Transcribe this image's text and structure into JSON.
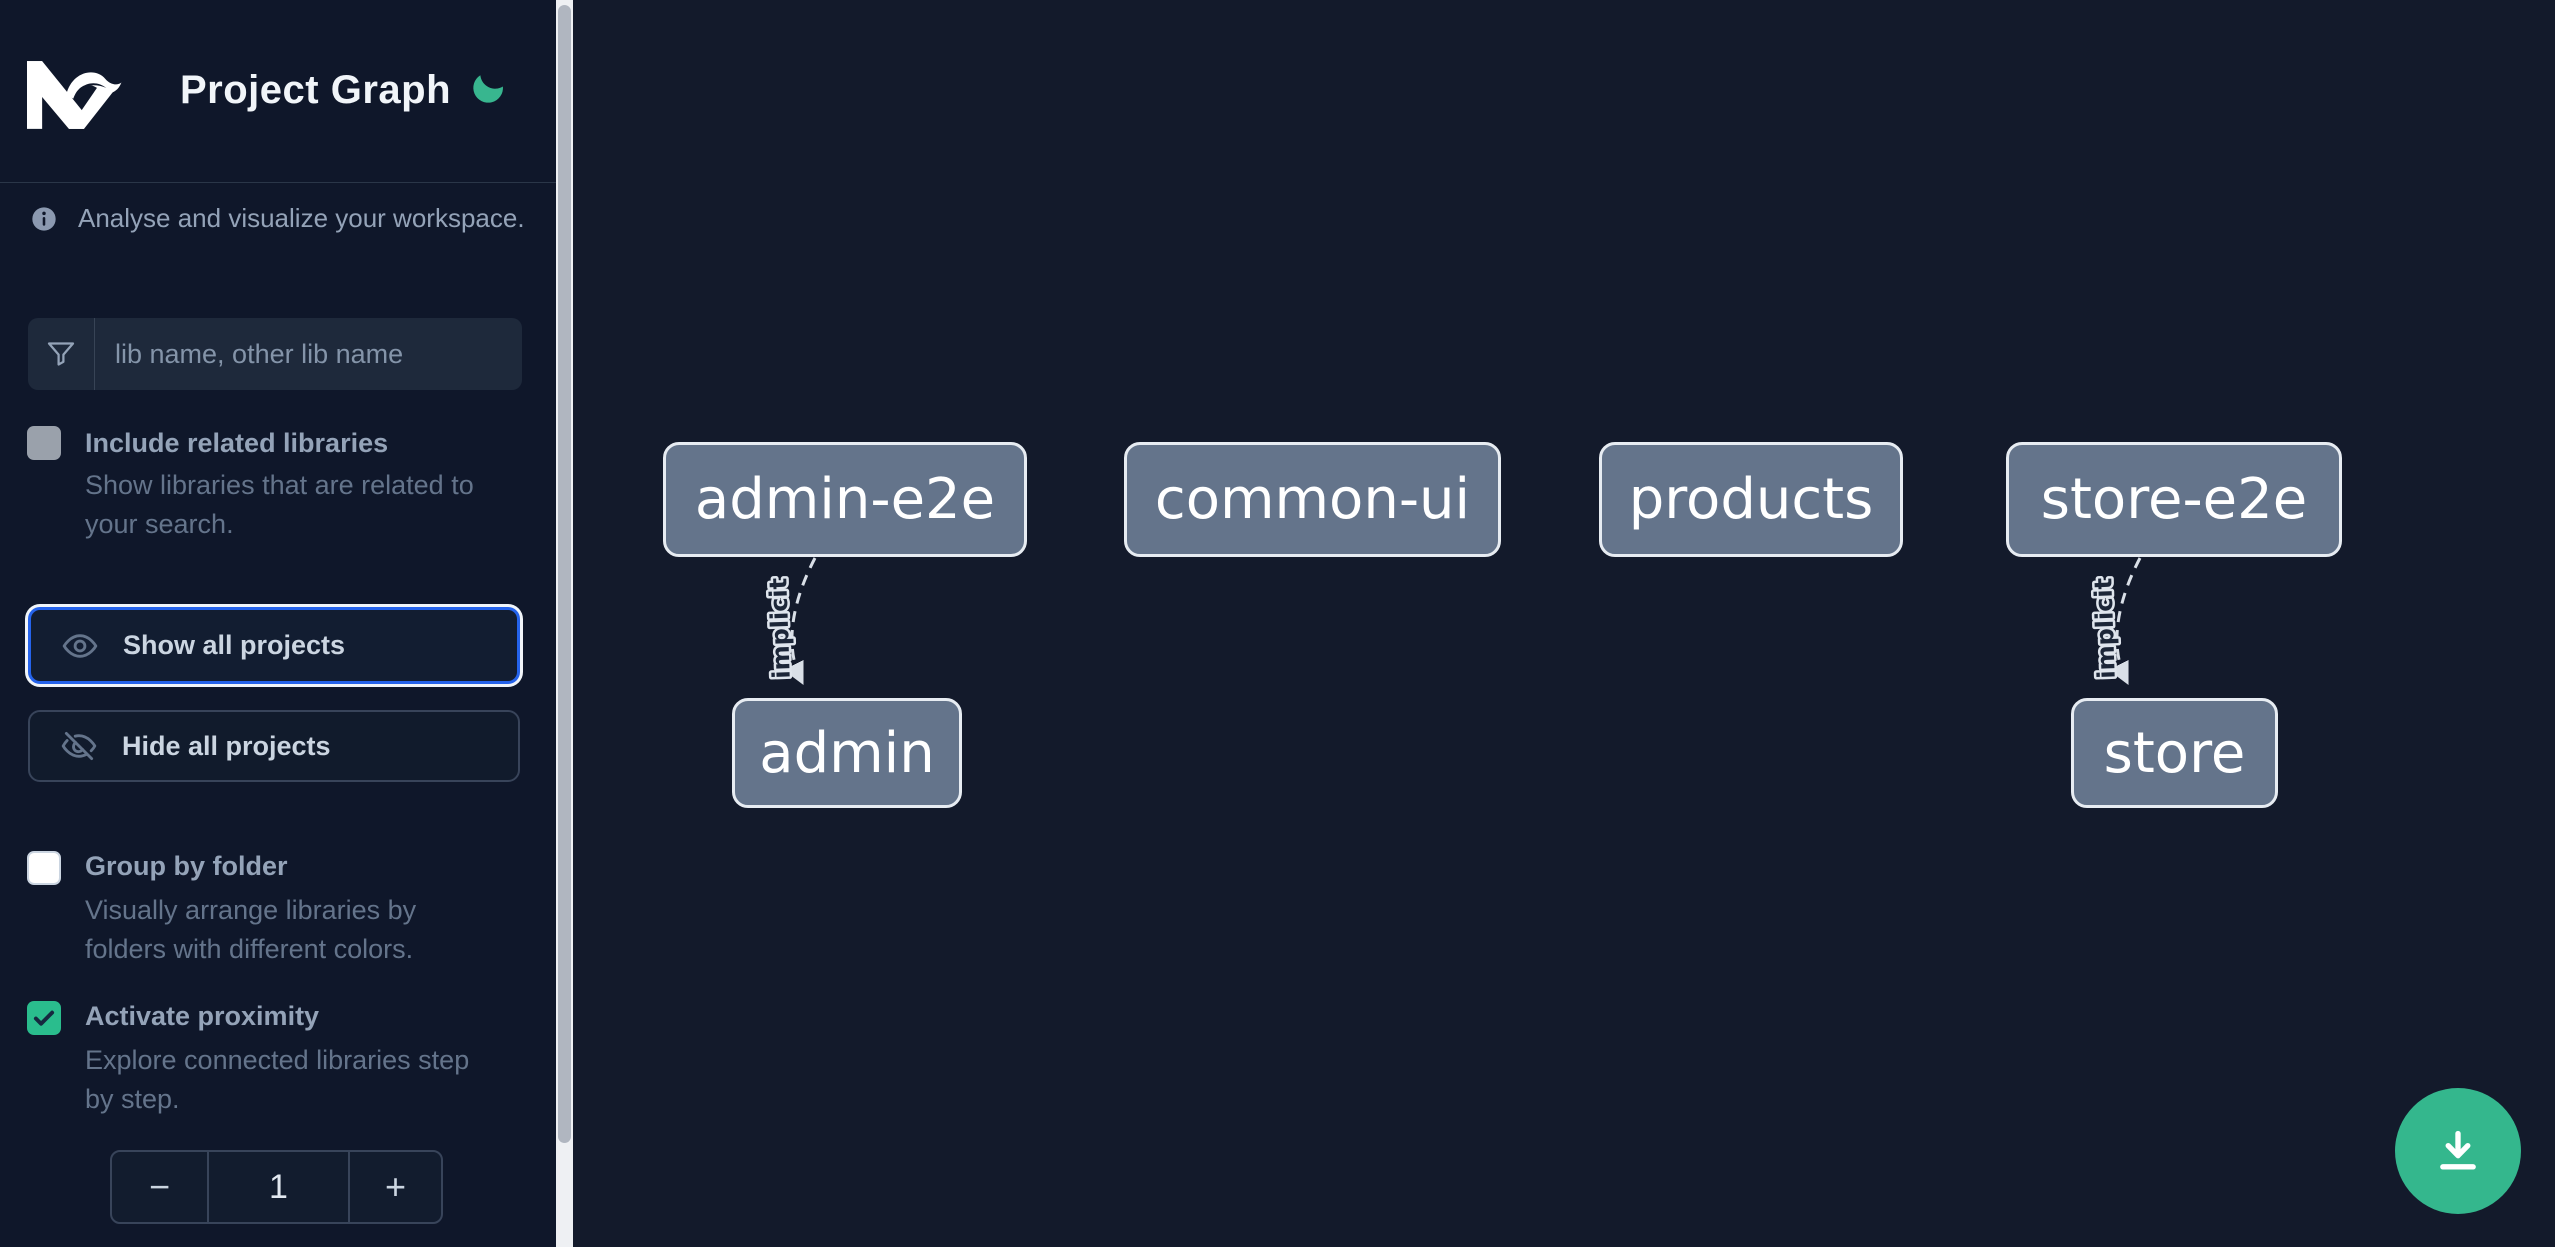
{
  "app": {
    "title": "Project Graph",
    "theme_icon": "moon"
  },
  "sidebar": {
    "info_text": "Analyse and visualize your workspace.",
    "search": {
      "placeholder": "lib name, other lib name",
      "icon": "funnel"
    },
    "options": [
      {
        "label": "Include related libraries",
        "description": "Show libraries that are related to\nyour search.",
        "checked": false,
        "disabled": true
      },
      {
        "label": "Group by folder",
        "description": "Visually arrange libraries by\nfolders with different colors.",
        "checked": false
      },
      {
        "label": "Activate proximity",
        "description": "Explore connected libraries step\nby step.",
        "checked": true
      }
    ],
    "actions": [
      {
        "label": "Show all projects",
        "icon": "eye",
        "focused": true
      },
      {
        "label": "Hide all projects",
        "icon": "eye-off",
        "focused": false
      }
    ],
    "stepper": {
      "decrement": "−",
      "value": "1",
      "increment": "+"
    }
  },
  "graph": {
    "nodes": [
      {
        "label": "admin-e2e"
      },
      {
        "label": "common-ui"
      },
      {
        "label": "products"
      },
      {
        "label": "store-e2e"
      },
      {
        "label": "admin"
      },
      {
        "label": "store"
      }
    ],
    "edges": [
      {
        "from": "admin-e2e",
        "to": "admin",
        "label": "implicit",
        "style": "dashed"
      },
      {
        "from": "store-e2e",
        "to": "store",
        "label": "implicit",
        "style": "dashed"
      }
    ]
  },
  "fab": {
    "icon": "download",
    "color": "#34b78d"
  },
  "colors": {
    "sidebar_bg": "#0f172a",
    "canvas_bg": "#131a2b",
    "accent_green": "#34b78d",
    "focus_blue": "#2563eb",
    "node_fill": "#64748b",
    "node_border": "#e7ecf2",
    "label_gray": "#94a3b8",
    "desc_gray": "#64748b"
  }
}
